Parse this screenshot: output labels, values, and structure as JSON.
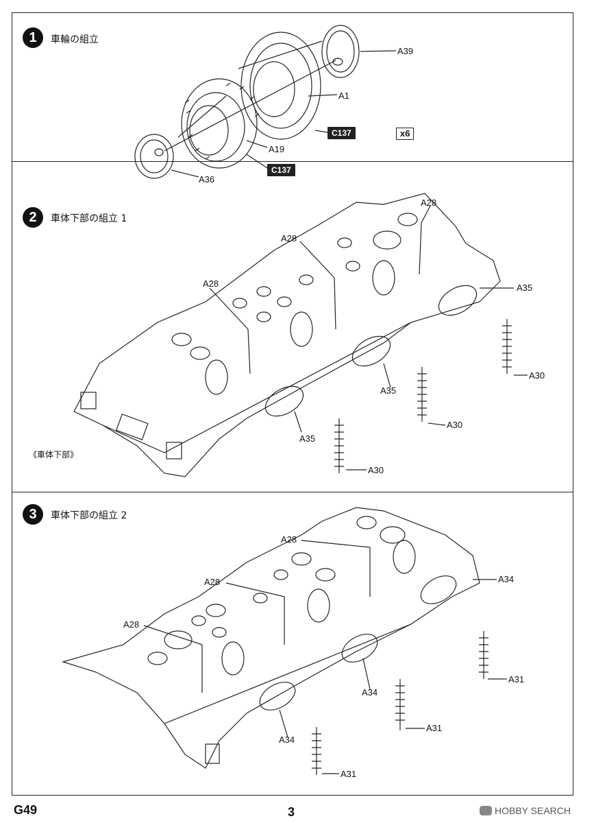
{
  "steps": [
    {
      "number": "1",
      "title": "車輪の組立"
    },
    {
      "number": "2",
      "title": "車体下部の組立 1"
    },
    {
      "number": "3",
      "title": "車体下部の組立 2"
    }
  ],
  "step1": {
    "parts": {
      "a39": "A39",
      "a1": "A1",
      "a19": "A19",
      "a36": "A36"
    },
    "paint_tag": "C137",
    "paint_tag_2": "C137",
    "multiplier": "x6"
  },
  "step2": {
    "parts": {
      "a28": "A28",
      "a35": "A35",
      "a30": "A30"
    },
    "hull_label": "《車体下部》"
  },
  "step3": {
    "parts": {
      "a28": "A28",
      "a34": "A34",
      "a31": "A31"
    }
  },
  "footer": {
    "code": "G49",
    "page": "3",
    "watermark": "HOBBY SEARCH"
  }
}
